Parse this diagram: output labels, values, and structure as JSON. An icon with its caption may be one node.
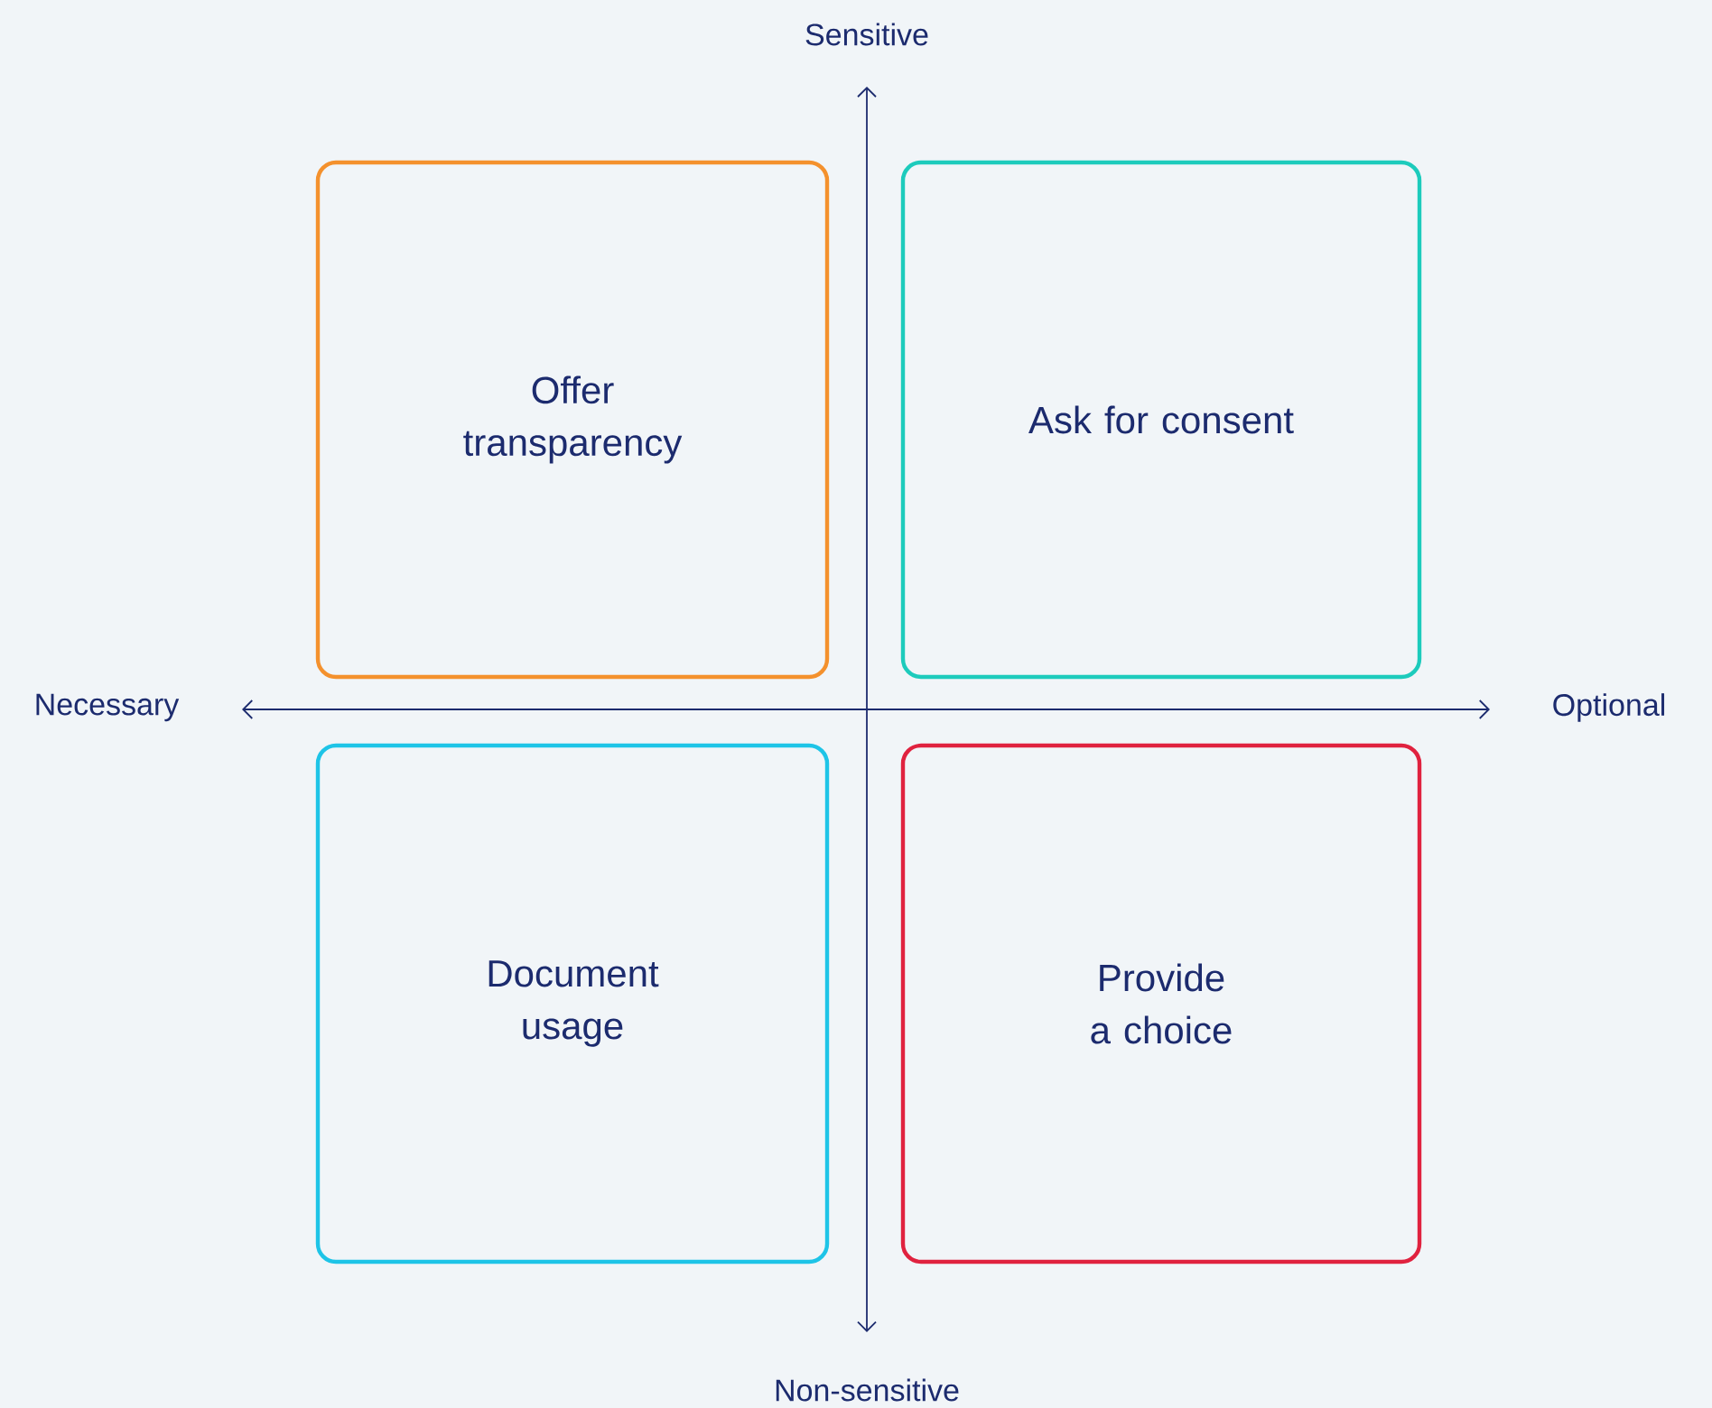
{
  "diagram": {
    "nodes": [
      {
        "text": [
          "Offer transparency"
        ]
      },
      {
        "text": [
          "Ask for consent"
        ]
      },
      {
        "text": [
          "Document usage"
        ]
      },
      {
        "text": [
          "Provide a choice"
        ]
      }
    ],
    "labels": [
      "Sensitive",
      "Necessary",
      "Optional",
      "Non-sensitive"
    ]
  }
}
